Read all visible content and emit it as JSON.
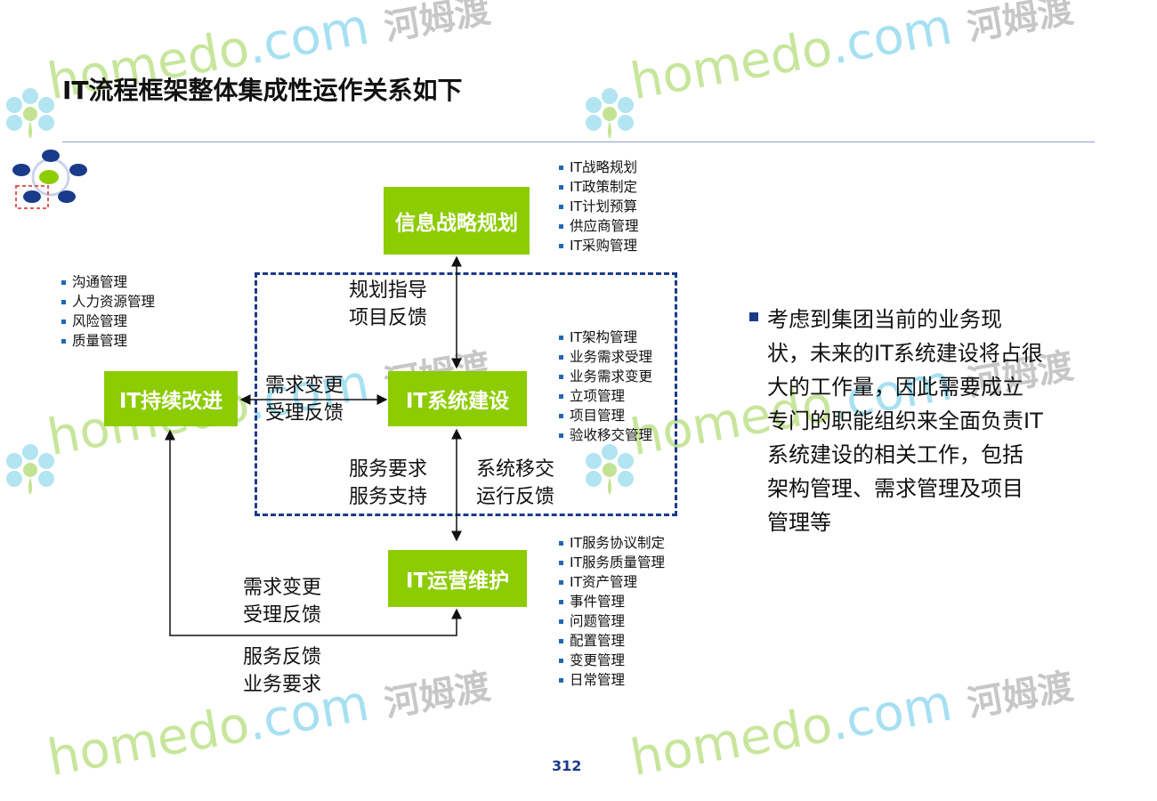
{
  "title": "IT流程框架整体集成性运作关系如下",
  "boxes": {
    "strategy": "信息战略规划",
    "improve": "IT持续改进",
    "build": "IT系统建设",
    "operate": "IT运营维护"
  },
  "lists": {
    "strategy": [
      "IT战略规划",
      "IT政策制定",
      "IT计划预算",
      "供应商管理",
      "IT采购管理"
    ],
    "improve": [
      "沟通管理",
      "人力资源管理",
      "风险管理",
      "质量管理"
    ],
    "build": [
      "IT架构管理",
      "业务需求受理",
      "业务需求变更",
      "立项管理",
      "项目管理",
      "验收移交管理"
    ],
    "operate": [
      "IT服务协议制定",
      "IT服务质量管理",
      "IT资产管理",
      "事件管理",
      "问题管理",
      "配置管理",
      "变更管理",
      "日常管理"
    ]
  },
  "flows": {
    "plan": [
      "规划指导",
      "项目反馈"
    ],
    "demand": [
      "需求变更",
      "受理反馈"
    ],
    "service": [
      "服务要求",
      "服务支持"
    ],
    "transfer": [
      "系统移交",
      "运行反馈"
    ],
    "demand2": [
      "需求变更",
      "受理反馈"
    ],
    "feedback": [
      "服务反馈",
      "业务要求"
    ]
  },
  "paragraph": "考虑到集团当前的业务现状，未来的IT系统建设将占很大的工作量，因此需要成立专门的职能组织来全面负责IT系统建设的相关工作，包括架构管理、需求管理及项目管理等",
  "page_number": "312",
  "watermark": {
    "brand": "homedo",
    "domain": ".com",
    "cn": "河姆渡"
  },
  "colors": {
    "box_green": "#8ccc00",
    "dash_blue": "#1a3a8a",
    "bullet_blue": "#1f68b5"
  }
}
